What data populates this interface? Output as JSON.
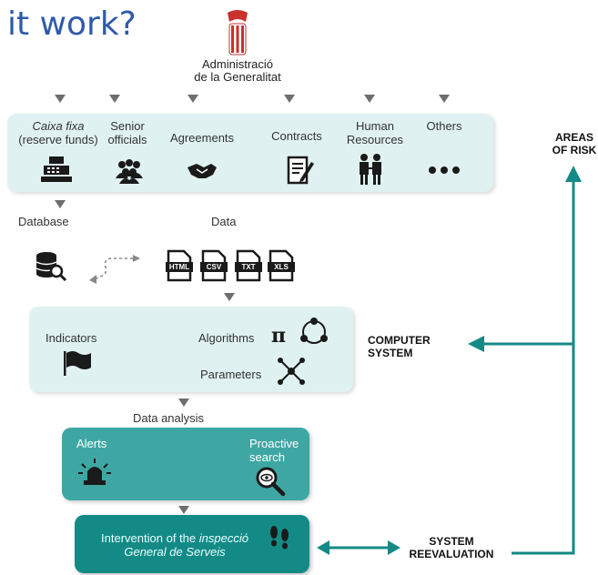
{
  "title": "it work?",
  "admin_label": [
    "Administració",
    "de la Generalitat"
  ],
  "sources": [
    {
      "lines": [
        "Caixa fixa",
        "(reserve funds)"
      ],
      "italic_first": true,
      "icon": "cash-register-icon"
    },
    {
      "lines": [
        "Senior",
        "officials"
      ],
      "icon": "people-group-icon"
    },
    {
      "lines": [
        "Agreements"
      ],
      "icon": "handshake-icon"
    },
    {
      "lines": [
        "Contracts"
      ],
      "icon": "contract-document-icon"
    },
    {
      "lines": [
        "Human",
        "Resources"
      ],
      "icon": "staff-icon"
    },
    {
      "lines": [
        "Others"
      ],
      "icon": "ellipsis-icon"
    }
  ],
  "database_label": "Database",
  "data_label": "Data",
  "file_types": [
    "HTML",
    "CSV",
    "TXT",
    "XLS"
  ],
  "computer": {
    "indicators": "Indicators",
    "algorithms": "Algorithms",
    "parameters": "Parameters",
    "pi": "π"
  },
  "computer_system_label": [
    "COMPUTER",
    "SYSTEM"
  ],
  "data_analysis_label": "Data analysis",
  "analysis": {
    "alerts": "Alerts",
    "proactive": [
      "Proactive",
      "search"
    ]
  },
  "intervention": {
    "line1_prefix": "Intervention of the ",
    "line1_italic": "inspecció",
    "line2": "General de Serveis"
  },
  "system_reevaluation_label": [
    "SYSTEM",
    "REEVALUATION"
  ],
  "areas_of_risk_label": [
    "AREAS",
    "OF RISK"
  ],
  "colors": {
    "panel": "#dff2f1",
    "mid_box": "#3fa7a3",
    "dark_box": "#148a86",
    "arrow": "#138a86",
    "title": "#2f5aa8"
  }
}
